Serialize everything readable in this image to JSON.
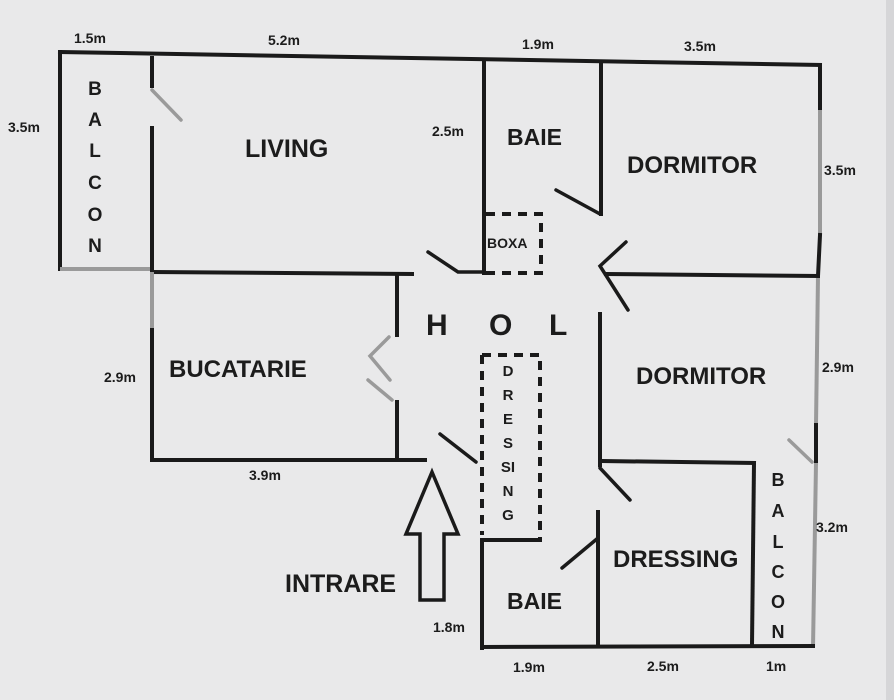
{
  "rooms": {
    "living": "LIVING",
    "baie_top": "BAIE",
    "dormitor_top": "DORMITOR",
    "boxa": "BOXA",
    "hol": [
      "H",
      "O",
      "L"
    ],
    "bucatarie": "BUCATARIE",
    "dormitor_mid": "DORMITOR",
    "dressing_vertical": [
      "D",
      "R",
      "E",
      "S",
      "SI",
      "N",
      "G"
    ],
    "dressing": "DRESSING",
    "baie_bottom": "BAIE",
    "intrare": "INTRARE",
    "balcon_left": [
      "B",
      "A",
      "L",
      "C",
      "O",
      "N"
    ],
    "balcon_right": [
      "B",
      "A",
      "L",
      "C",
      "O",
      "N"
    ]
  },
  "dimensions": {
    "top_balcon": "1.5m",
    "top_living": "5.2m",
    "top_baie": "1.9m",
    "top_dormitor": "3.5m",
    "left_balcon": "3.5m",
    "baie_height": "2.5m",
    "right_dormitor_top": "3.5m",
    "left_bucatarie": "2.9m",
    "bucatarie_width": "3.9m",
    "right_dormitor_mid": "2.9m",
    "right_balcon": "3.2m",
    "baie_bottom_height": "1.8m",
    "bottom_baie": "1.9m",
    "bottom_dressing": "2.5m",
    "bottom_balcon": "1m"
  }
}
